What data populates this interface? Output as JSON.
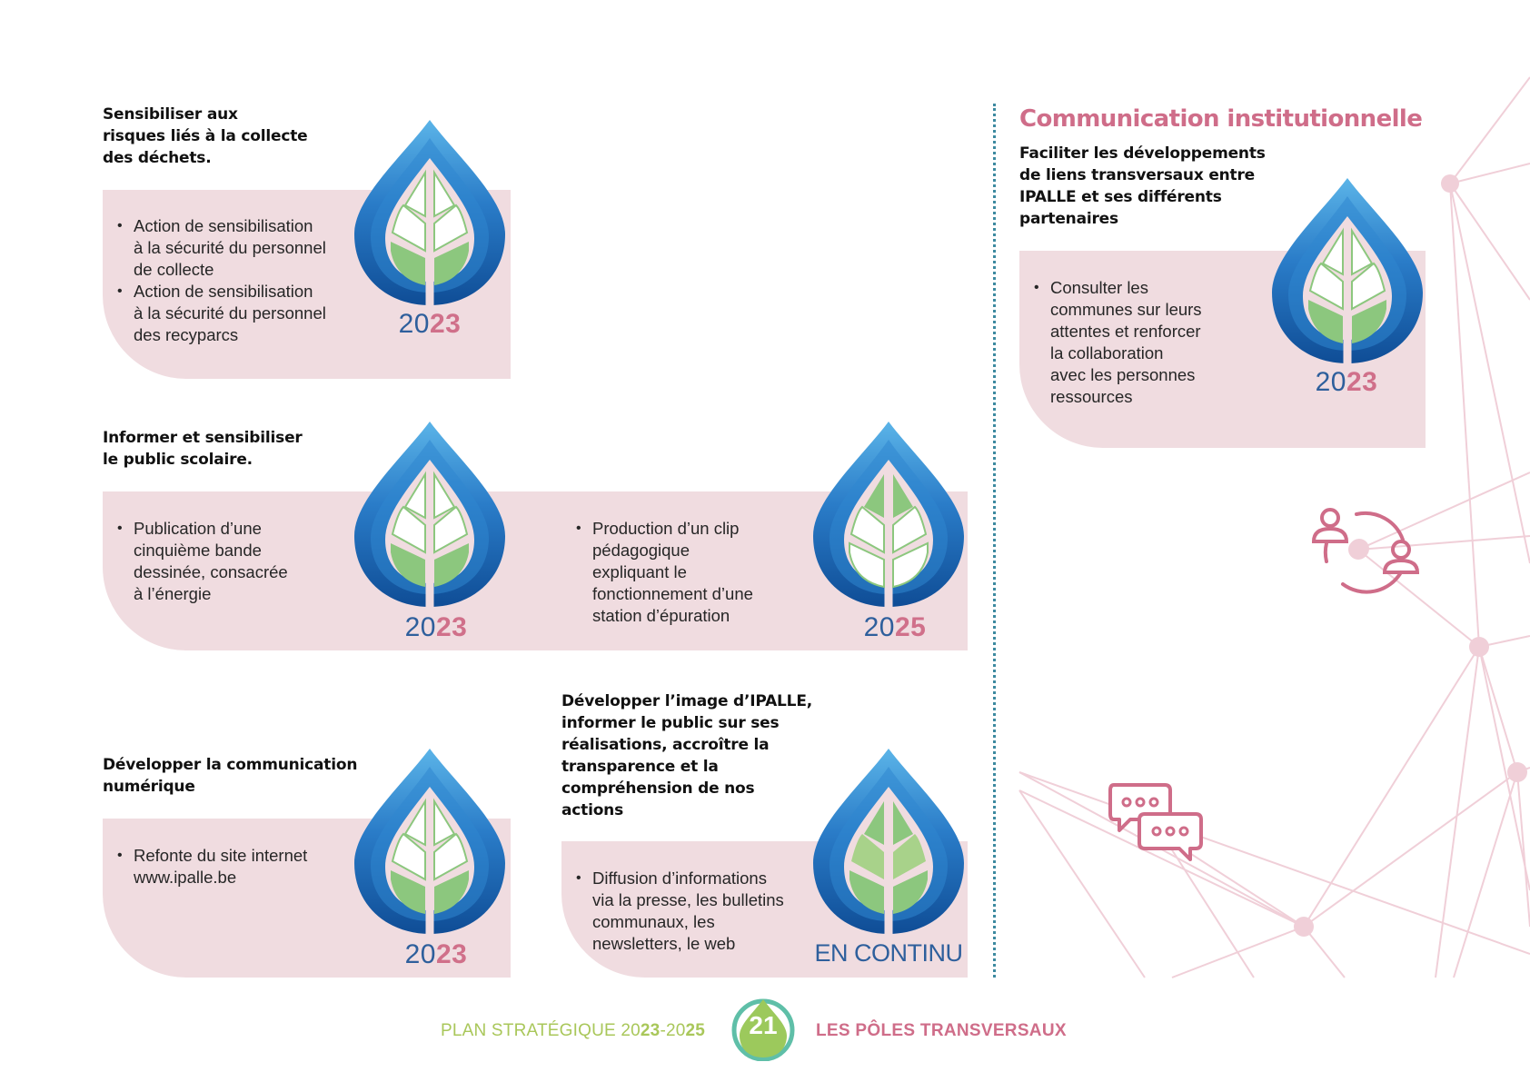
{
  "blocks": [
    {
      "heading": "Sensibiliser aux\nrisques liés à la collecte\ndes déchets.",
      "items": [
        "Action de sensibilisation\nà la sécurité du personnel\nde collecte",
        "Action de sensibilisation\nà la sécurité du personnel\ndes recyparcs"
      ],
      "year_prefix": "20",
      "year_suffix": "23"
    },
    {
      "heading": "Informer et sensibiliser\nle public scolaire.",
      "items": [
        "Publication d’une\ncinquième bande\ndessinée, consacrée\nà l’énergie"
      ],
      "year_prefix": "20",
      "year_suffix": "23",
      "second_items": [
        "Production d’un clip\npédagogique\nexpliquant le\nfonctionnement d’une\nstation d’épuration"
      ],
      "second_year_prefix": "20",
      "second_year_suffix": "25"
    },
    {
      "heading": "Développer la communication\nnumérique",
      "items": [
        "Refonte du site internet\nwww.ipalle.be"
      ],
      "year_prefix": "20",
      "year_suffix": "23"
    },
    {
      "heading": "Développer l’image d’IPALLE,\ninformer le public sur ses\nréalisations, accroître la\ntransparence et la\ncompréhension de nos\nactions",
      "items": [
        "Diffusion d’informations\nvia la presse, les bulletins\ncommunaux, les\nnewsletters, le web"
      ],
      "status": "EN CONTINU"
    }
  ],
  "institutional": {
    "title": "Communication institutionnelle",
    "heading": "Faciliter les développements\nde liens transversaux entre\nIPALLE et ses différents\npartenaires",
    "items": [
      "Consulter les\ncommunes sur leurs\nattentes et renforcer\nla collaboration\navec les personnes\nressources"
    ],
    "year_prefix": "20",
    "year_suffix": "23"
  },
  "footer": {
    "plan_prefix": "PLAN STRATÉGIQUE 20",
    "plan_y1": "23",
    "plan_mid": "-20",
    "plan_y2": "25",
    "page_number": "21",
    "section": "LES PÔLES TRANSVERSAUX"
  },
  "icons": [
    "leaf-drop-icon",
    "people-cycle-icon",
    "chat-bubbles-icon"
  ],
  "colors": {
    "pink_box": "#f0dce0",
    "pink_accent": "#cf6d89",
    "blue_text": "#2e5f9c",
    "green_footer": "#a9c75a",
    "drop_light": "#5bb4e8",
    "drop_dark": "#0f4d96",
    "leaf_green": "#8cc77e"
  }
}
